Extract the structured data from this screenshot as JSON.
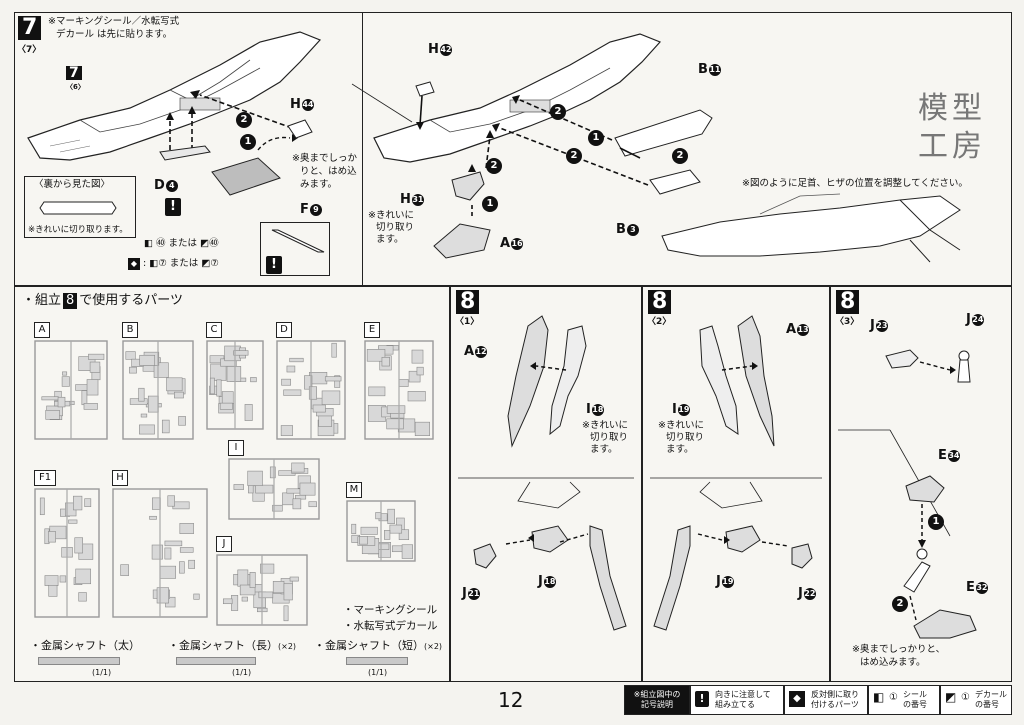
{
  "step7": {
    "number": "7",
    "sub": "〈7〉",
    "note_marking": "※マーキングシール／水転写式",
    "note_marking2": "デカール は先に貼ります。",
    "mini_number": "7",
    "mini_sub": "〈6〉",
    "label_h44": "H",
    "circ_44": "44",
    "label_d4": "D",
    "circ_4": "4",
    "label_f9": "F",
    "circ_9": "9",
    "note_press1": "※奥までしっか",
    "note_press2": "りと、はめ込",
    "note_press3": "みます。",
    "back_view": "〈裏から見た図〉",
    "clean_cut": "※きれいに切り取ります。",
    "seal_or": "㊵ または",
    "seal_num": "㊵",
    "decal_or": "⑦ または",
    "decal_num": "⑦",
    "label_h42": "H",
    "circ_42": "42",
    "label_b11": "B",
    "circ_11": "11",
    "label_b3": "B",
    "circ_3": "3",
    "label_h31": "H",
    "circ_31": "31",
    "label_a16": "A",
    "circ_16": "16",
    "note_clean1": "※きれいに",
    "note_clean2": "切り取り",
    "note_clean3": "ます。",
    "note_stand": "※図のように足首、ヒザの位置を調整してください。",
    "watermark1": "模型",
    "watermark2": "工房",
    "badge1": "1",
    "badge2": "2"
  },
  "parts": {
    "title": "・組立",
    "step_box": "8",
    "title_rest": "で使用するパーツ",
    "runners": [
      "A",
      "B",
      "C",
      "D",
      "E",
      "I",
      "F1",
      "H",
      "M",
      "J"
    ],
    "marking_seal": "・マーキングシール",
    "decal": "・水転写式デカール",
    "shaft_thick": "・金属シャフト（太）",
    "shaft_long": "・金属シャフト（長）",
    "shaft_long_qty": "(×2)",
    "shaft_short": "・金属シャフト（短）",
    "shaft_short_qty": "(×2)",
    "ratio": "(1/1)"
  },
  "step8_1": {
    "number": "8",
    "sub": "〈1〉",
    "label_a12": "A",
    "circ_12": "12",
    "label_i18": "I",
    "circ_18": "18",
    "label_j21": "J",
    "circ_21": "21",
    "label_j18": "J",
    "circ_j18": "18",
    "note1": "※きれいに",
    "note2": "切り取り",
    "note3": "ます。"
  },
  "step8_2": {
    "number": "8",
    "sub": "〈2〉",
    "label_a13": "A",
    "circ_13": "13",
    "label_i19": "I",
    "circ_19": "19",
    "label_j19": "J",
    "circ_j19": "19",
    "label_j22": "J",
    "circ_22": "22",
    "note1": "※きれいに",
    "note2": "切り取り",
    "note3": "ます。"
  },
  "step8_3": {
    "number": "8",
    "sub": "〈3〉",
    "label_j23": "J",
    "circ_23": "23",
    "label_j24": "J",
    "circ_24": "24",
    "label_e34": "E",
    "circ_34": "34",
    "label_e32": "E",
    "circ_32": "32",
    "note1": "※奥までしっかりと、",
    "note2": "はめ込みます。",
    "badge1": "1",
    "badge2": "2"
  },
  "footer": {
    "page_number": "12",
    "legend_title1": "※組立図中の",
    "legend_title2": "記号説明",
    "legend_warn1": "向きに注意して",
    "legend_warn2": "組み立てる",
    "legend_opp1": "反対側に取り",
    "legend_opp2": "付けるパーツ",
    "legend_seal_num": "①",
    "legend_seal1": "シール",
    "legend_seal2": "の番号",
    "legend_decal_num": "①",
    "legend_decal1": "デカール",
    "legend_decal2": "の番号"
  }
}
